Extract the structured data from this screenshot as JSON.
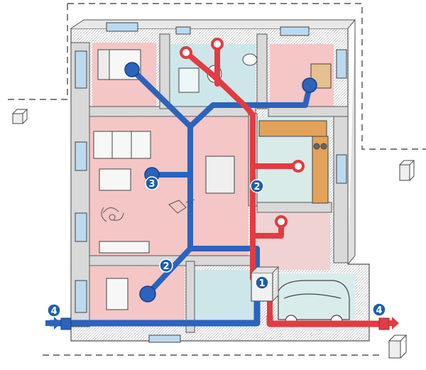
{
  "colors": {
    "supply": "#e23b43",
    "extract": "#2b63bd",
    "badge": "#1d5fa8",
    "warm_room": "#f4c6c6",
    "cool_room": "#cde6ea",
    "wall": "#d7d7d7",
    "kitchen": "#e3a25a"
  },
  "icons": [
    "ventilation-unit-icon",
    "supply-air-arrow-icon",
    "exhaust-air-arrow-icon",
    "car-icon",
    "bed-icon",
    "sofa-icon",
    "plant-icon",
    "toilet-icon",
    "washbasin-icon",
    "kitchen-counter-icon"
  ],
  "labels": {
    "unit": "1",
    "duct_supply": "2",
    "duct_extract": "2",
    "terminal": "3",
    "outdoor_in": "4",
    "outdoor_out": "4"
  }
}
